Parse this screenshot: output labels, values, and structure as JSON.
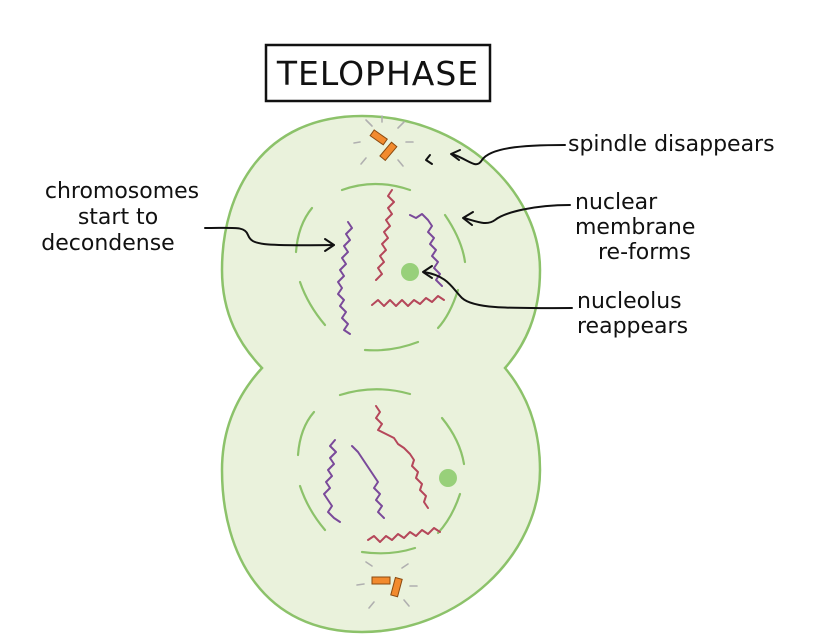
{
  "title": "TELOPHASE",
  "labels": {
    "spindle": "spindle disappears",
    "nuclear_membrane": [
      "nuclear",
      "membrane",
      "re-forms"
    ],
    "nucleolus": [
      "nucleolus",
      "reappears"
    ],
    "chromosomes": [
      "chromosomes",
      "start to",
      "decondense"
    ]
  },
  "colors": {
    "cell_fill": "#eaf2dc",
    "cell_stroke": "#8cc26a",
    "nucleolus": "#98d07a",
    "chromosome_purple": "#7a4a9a",
    "chromosome_red": "#b5475a",
    "centriole": "#f28a2e",
    "spindle": "#b0b0b0"
  }
}
